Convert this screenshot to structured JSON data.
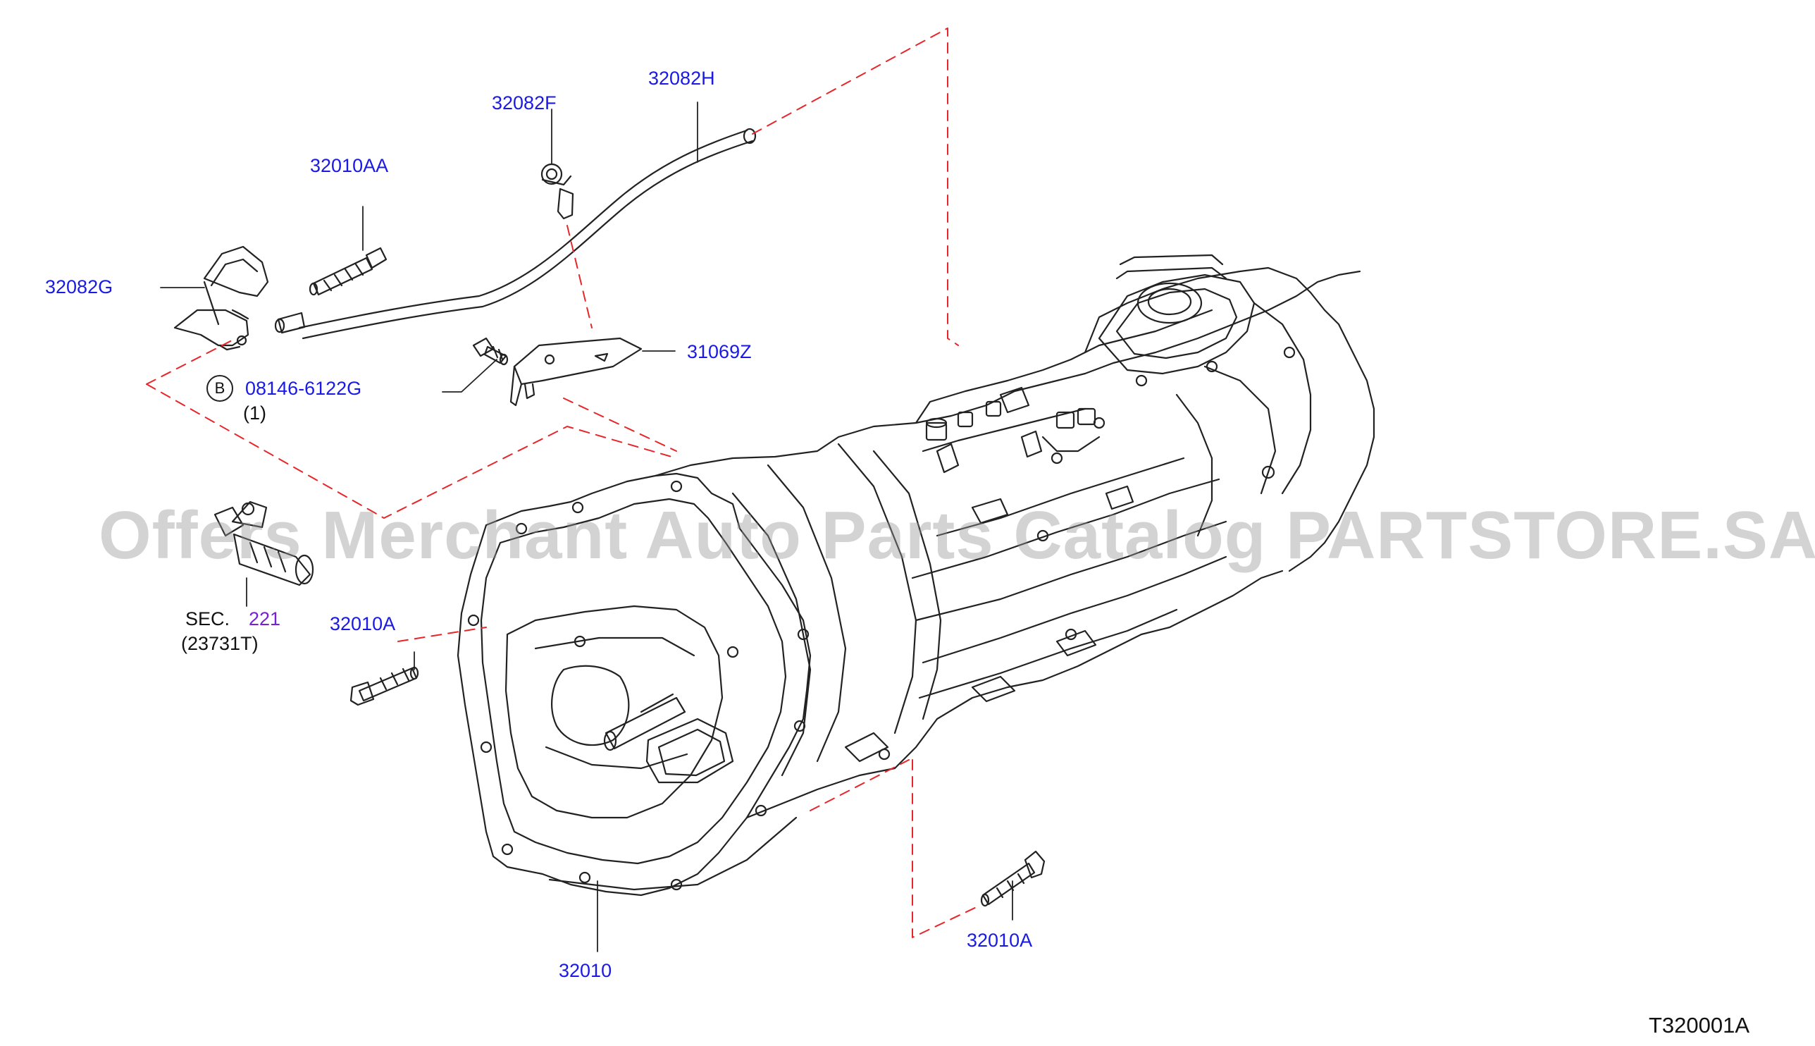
{
  "labels": {
    "p_32082H": "32082H",
    "p_32082F": "32082F",
    "p_32010AA": "32010AA",
    "p_32082G": "32082G",
    "p_31069Z": "31069Z",
    "bolt_marker": "B",
    "bolt_part": "08146-6122G",
    "bolt_qty": "(1)",
    "sec_prefix": "SEC.",
    "sec_number": "221",
    "sec_part": "(23731T)",
    "p_32010A_left": "32010A",
    "p_32010A_right": "32010A",
    "p_32010": "32010",
    "diagram_code": "T320001A"
  },
  "watermark": "Offers Merchant Auto Parts Catalog PARTSTORE.SA",
  "colors": {
    "part_number": "#1a1ae6",
    "section_ref": "#7a1fd6",
    "phantom_line": "#e8262a",
    "outline": "#222222"
  }
}
